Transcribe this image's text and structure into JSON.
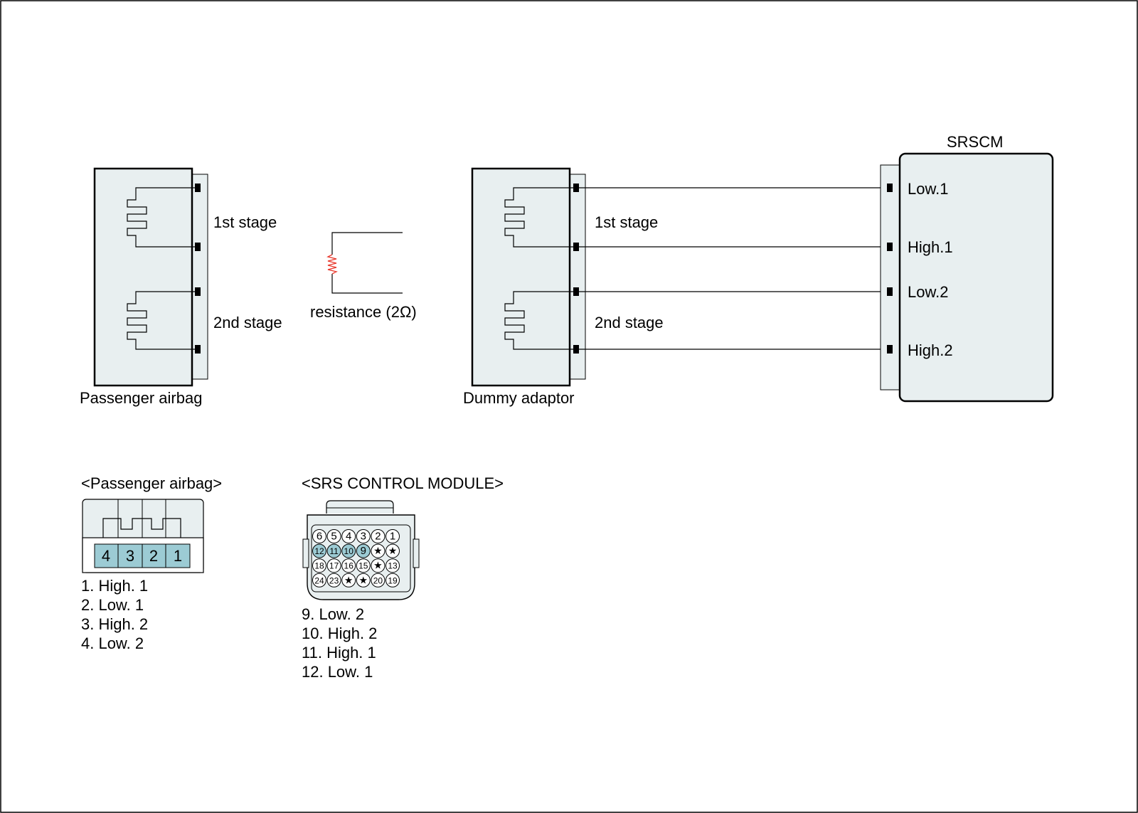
{
  "colors": {
    "fill_light": "#e8eff0",
    "fill_pin": "#9ccbd4",
    "resistor": "#e8382c",
    "stroke": "#000000"
  },
  "airbag": {
    "label": "Passenger airbag",
    "stage1": "1st stage",
    "stage2": "2nd stage"
  },
  "resistor": {
    "label": "resistance (2Ω)"
  },
  "adaptor": {
    "label": "Dummy adaptor",
    "stage1": "1st stage",
    "stage2": "2nd stage"
  },
  "srscm": {
    "title": "SRSCM",
    "pins": [
      "Low.1",
      "High.1",
      "Low.2",
      "High.2"
    ]
  },
  "airbag_connector": {
    "title": "<Passenger airbag>",
    "pins": [
      "4",
      "3",
      "2",
      "1"
    ],
    "legend": [
      "1. High. 1",
      "2. Low. 1",
      "3. High. 2",
      "4. Low. 2"
    ]
  },
  "srs_connector": {
    "title": "<SRS CONTROL MODULE>",
    "rows": [
      [
        "6",
        "5",
        "4",
        "3",
        "2",
        "1"
      ],
      [
        "12",
        "11",
        "10",
        "9",
        "★",
        "★"
      ],
      [
        "18",
        "17",
        "16",
        "15",
        "★",
        "13"
      ],
      [
        "24",
        "23",
        "★",
        "★",
        "20",
        "19"
      ]
    ],
    "legend": [
      "9. Low. 2",
      "10. High. 2",
      "11. High. 1",
      "12. Low. 1"
    ]
  }
}
